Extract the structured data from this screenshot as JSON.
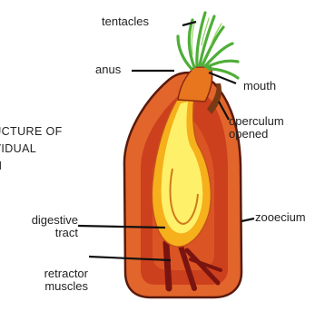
{
  "diagram": {
    "title_lines": [
      "STRUCTURE OF",
      "INDIVIDUAL",
      "ZOAN"
    ],
    "labels": {
      "tentacles": "tentacles",
      "anus": "anus",
      "mouth": "mouth",
      "operculum_line1": "operculum",
      "operculum_line2": "opened",
      "digestive_line1": "digestive",
      "digestive_line2": "tract",
      "zooecium": "zooecium",
      "retractor_line1": "retractor",
      "retractor_line2": "muscles"
    },
    "colors": {
      "zooecium_outer": "#e2652c",
      "zooecium_inner": "#c8391c",
      "wall_border": "#5a1a0c",
      "gut_outer": "#f5b01c",
      "gut_inner": "#fff06a",
      "tentacles": "#4fae38",
      "muscles": "#7a1410",
      "leader": "#111111"
    }
  }
}
